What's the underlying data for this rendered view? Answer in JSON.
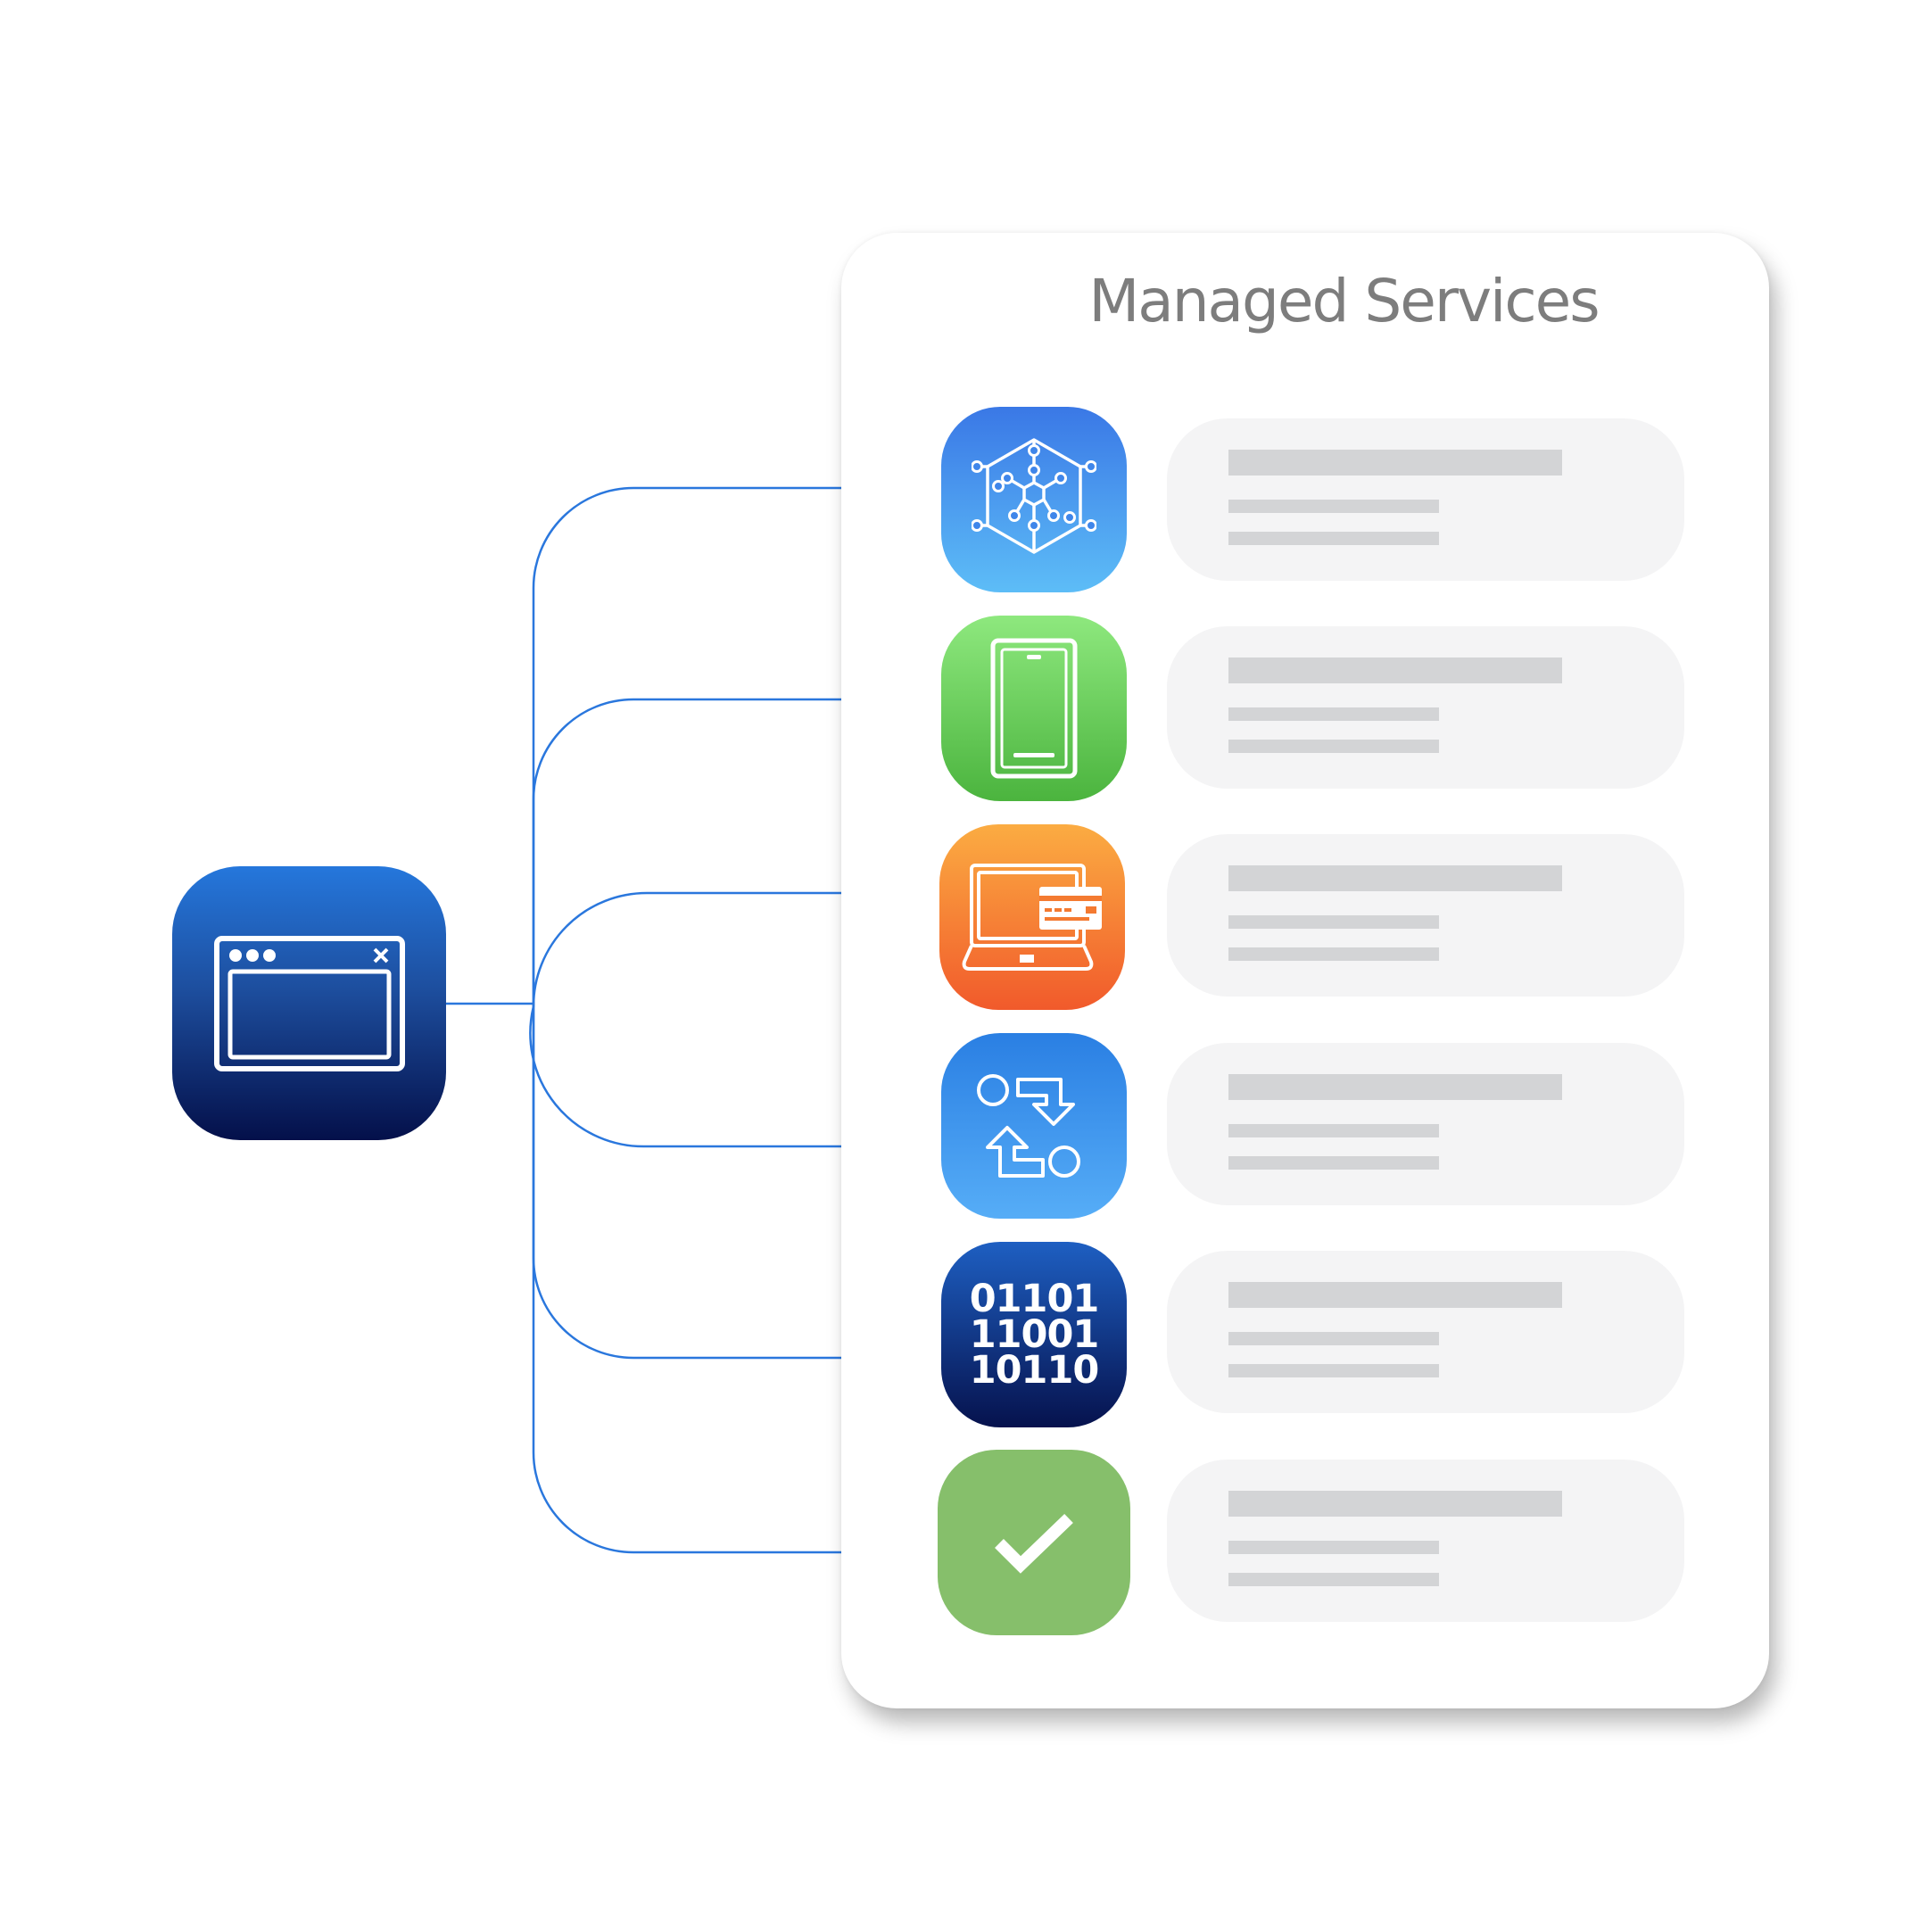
{
  "card": {
    "title": "Managed Services"
  },
  "source": {
    "icon": "browser-window-icon",
    "color_top": "#2577dc",
    "color_bottom": "#04104a"
  },
  "connector_color": "#2a77dd",
  "services": [
    {
      "icon": "network-hexagon-icon",
      "color_top": "#3a78e6",
      "color_bottom": "#5dbdf7"
    },
    {
      "icon": "smartphone-icon",
      "color_top": "#8ee87e",
      "color_bottom": "#4bb43e"
    },
    {
      "icon": "laptop-payment-icon",
      "color_top": "#fbac42",
      "color_bottom": "#f15a2b"
    },
    {
      "icon": "workflow-arrows-icon",
      "color_top": "#2a7fe3",
      "color_bottom": "#56adf7"
    },
    {
      "icon": "binary-code-icon",
      "color_top": "#1e5fc2",
      "color_bottom": "#06124d",
      "binary": [
        "01101",
        "11001",
        "10110"
      ]
    },
    {
      "icon": "checkmark-icon",
      "color_top": "#86bf6b",
      "color_bottom": "#86bf6b"
    }
  ]
}
